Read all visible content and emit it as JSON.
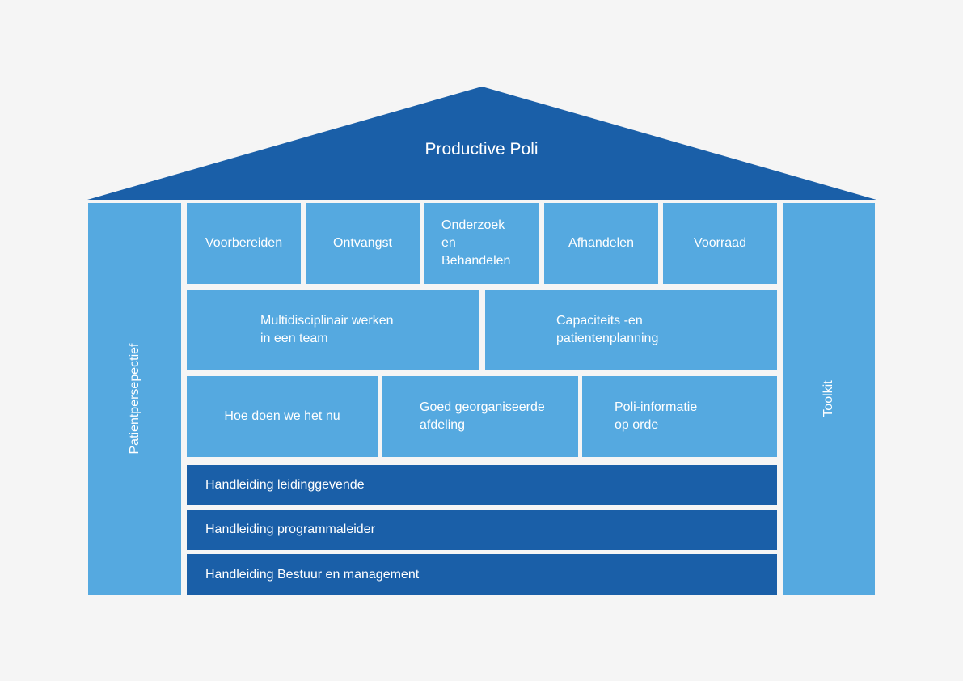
{
  "roof": {
    "title": "Productive Poli"
  },
  "pillars": {
    "left": "Patientpersepectief",
    "right": "Toolkit"
  },
  "row1": [
    "Voorbereiden",
    "Ontvangst",
    "Onderzoek\nen\nBehandelen",
    "Afhandelen",
    "Voorraad"
  ],
  "row2": [
    "Multidisciplinair werken\nin een team",
    "Capaciteits -en\npatientenplanning"
  ],
  "row3": [
    "Hoe doen we het nu",
    "Goed georganiseerde\nafdeling",
    "Poli-informatie\nop orde"
  ],
  "foundation": [
    "Handleiding leidinggevende",
    "Handleiding programmaleider",
    "Handleiding Bestuur en management"
  ],
  "colors": {
    "light_blue": "#55a9e0",
    "dark_blue": "#1a5fa8",
    "background": "#f5f5f5"
  }
}
